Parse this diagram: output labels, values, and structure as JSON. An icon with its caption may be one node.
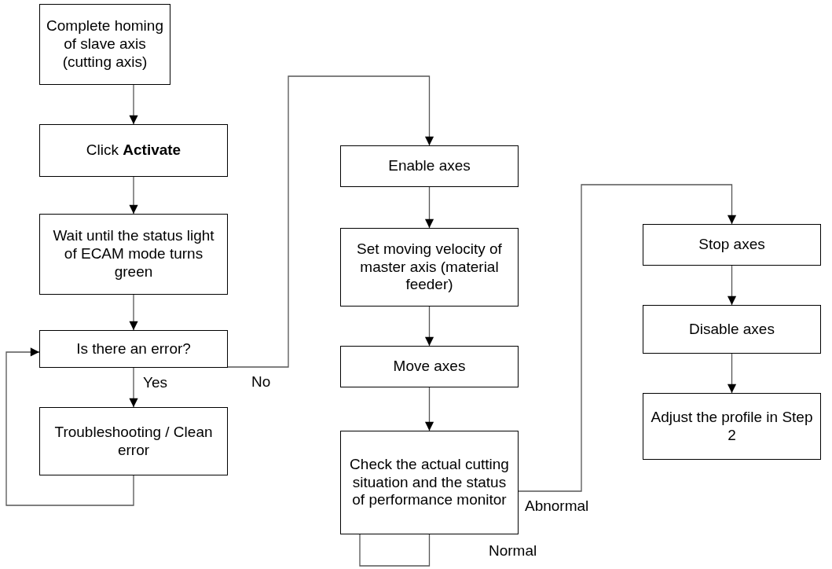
{
  "diagram": {
    "nodes": [
      {
        "text": [
          "Complete homing of slave axis (cutting axis)"
        ]
      },
      {
        "text": [
          "Click **Activate**"
        ]
      },
      {
        "text": [
          "Wait until the status light of ECAM mode turns green"
        ]
      },
      {
        "text": [
          "Is there an error?"
        ]
      },
      {
        "text": [
          "Troubleshooting / Clean error"
        ]
      },
      {
        "text": [
          "Enable axes"
        ]
      },
      {
        "text": [
          "Set moving velocity of master axis (material feeder)"
        ]
      },
      {
        "text": [
          "Move axes"
        ]
      },
      {
        "text": [
          "Check the actual cutting situation and the status of performance monitor"
        ]
      },
      {
        "text": [
          "Stop axes"
        ]
      },
      {
        "text": [
          "Disable axes"
        ]
      },
      {
        "text": [
          "Adjust the profile in Step 2"
        ]
      }
    ],
    "edges": [
      {
        "from": 0,
        "to": 1,
        "arrow": "to"
      },
      {
        "from": 1,
        "to": 2,
        "arrow": "to"
      },
      {
        "from": 2,
        "to": 3,
        "arrow": "to"
      },
      {
        "from": 3,
        "to": 4,
        "arrow": "to",
        "label": "Yes"
      },
      {
        "from": 4,
        "to": 3,
        "arrow": "to"
      },
      {
        "from": 3,
        "to": 5,
        "arrow": "to",
        "label": "No"
      },
      {
        "from": 5,
        "to": 6,
        "arrow": "to"
      },
      {
        "from": 6,
        "to": 7,
        "arrow": "to"
      },
      {
        "from": 7,
        "to": 8,
        "arrow": "to"
      },
      {
        "from": 8,
        "to": 8,
        "arrow": "to",
        "label": "Normal"
      },
      {
        "from": 8,
        "to": 9,
        "arrow": "to",
        "label": "Abnormal"
      },
      {
        "from": 9,
        "to": 10,
        "arrow": "to"
      },
      {
        "from": 10,
        "to": 11,
        "arrow": "to"
      }
    ]
  }
}
